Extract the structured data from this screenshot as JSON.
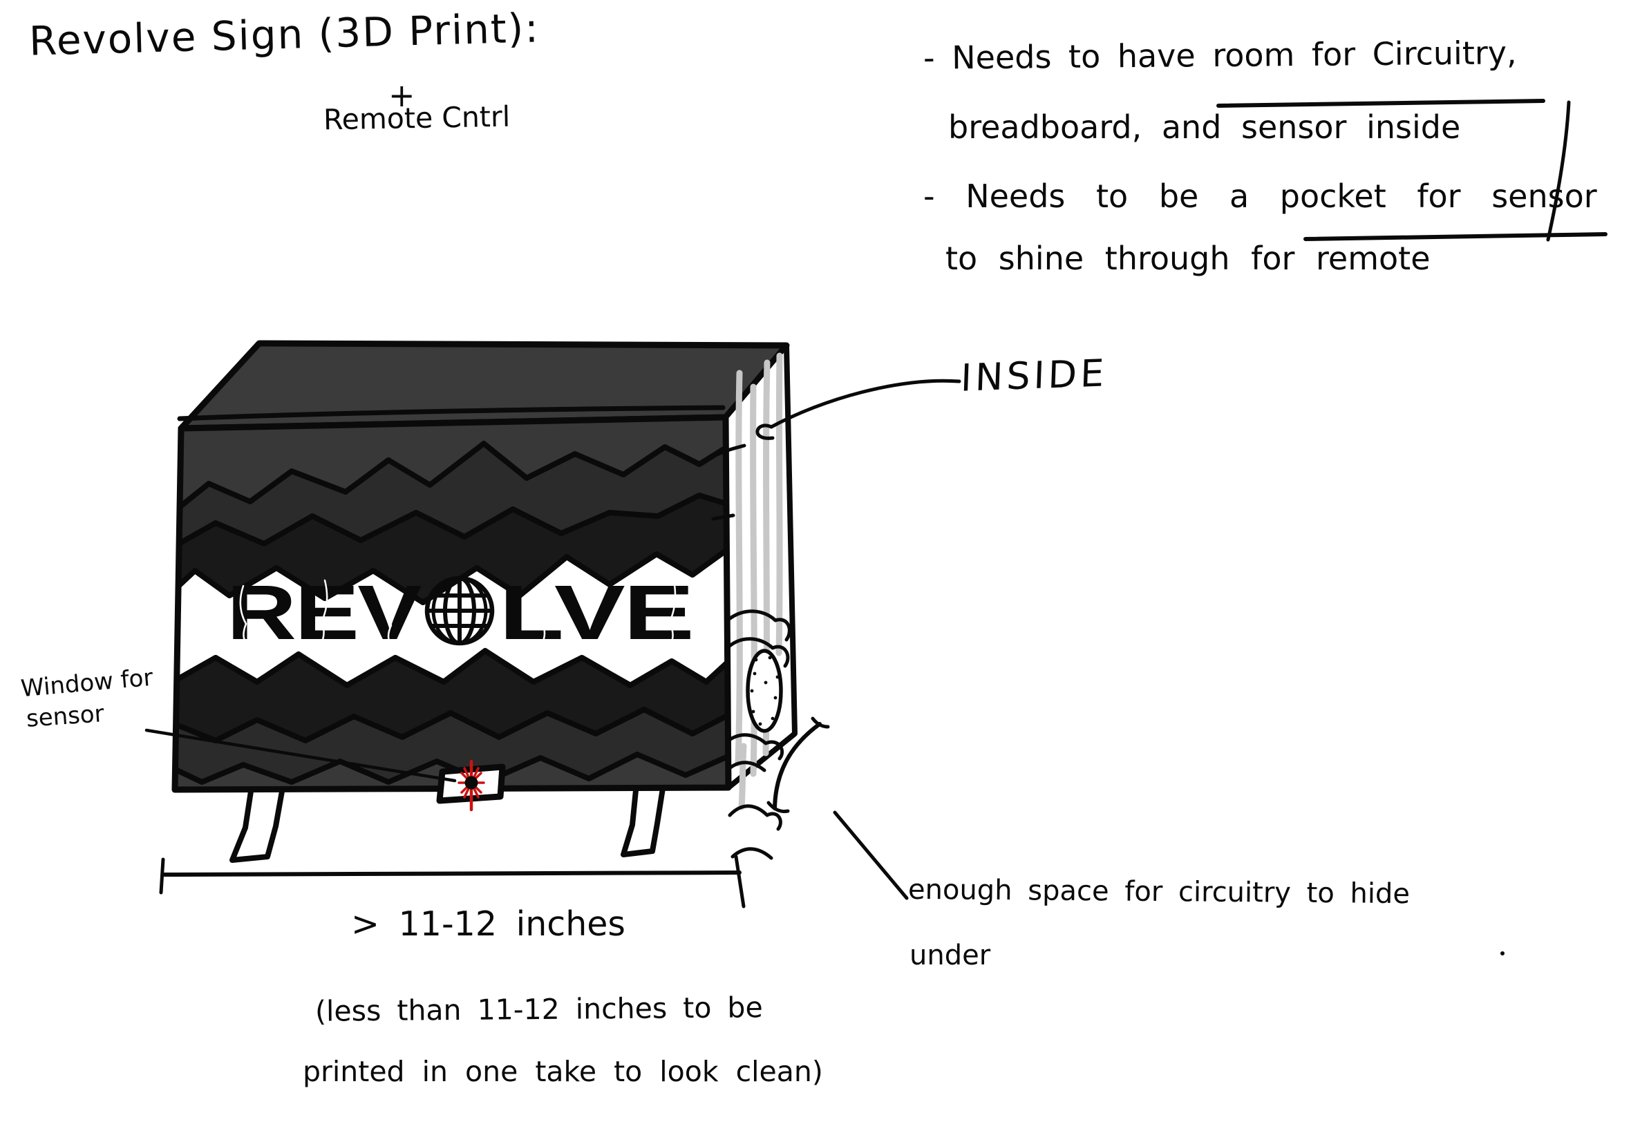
{
  "title": {
    "main": "Revolve Sign (3D Print):",
    "plus": "+",
    "sub": "Remote Cntrl"
  },
  "notes": {
    "bullet1_line1": "- Needs to have room for Circuitry,",
    "bullet1_line2": "breadboard, and sensor inside",
    "bullet2_line1": "- Needs to be a pocket for sensor",
    "bullet2_line2": "to shine through for remote"
  },
  "labels": {
    "inside": "INSIDE",
    "window_line1": "Window for",
    "window_line2": "sensor",
    "space_line1": "enough space for circuitry to hide",
    "space_line2": "under"
  },
  "dimension": {
    "value": "> 11-12 inches",
    "note_line1": "(less than 11-12 inches to be",
    "note_line2": "printed in one take to look clean)"
  },
  "logo": {
    "left": "REV",
    "right": "LVE",
    "icon": "globe-icon"
  },
  "colors": {
    "ink": "#0a0a0a",
    "box_top": "#3b3b3b",
    "box_front": "#383838",
    "jag_dark": "#191919",
    "jag_mid": "#2b2b2b",
    "side_streak": "#c7c7c7",
    "sensor_red": "#cc1111"
  }
}
